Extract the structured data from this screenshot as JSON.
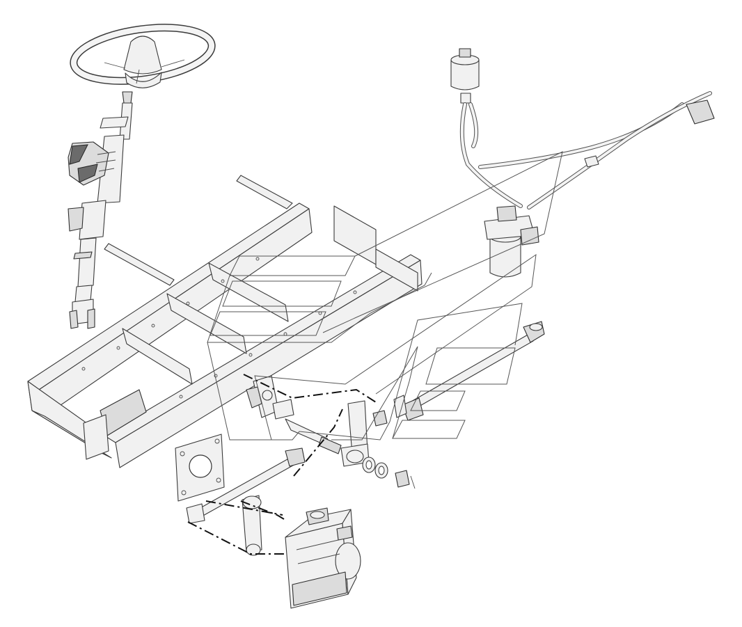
{
  "figure": {
    "background": "#ffffff",
    "line_color": "#3a3a3a",
    "part_fill": "#f1f1f1",
    "parts": [
      "steering-wheel",
      "steering-column",
      "frame",
      "reservoir",
      "hoses",
      "hydraulic-pump",
      "tie-rod",
      "drag-link",
      "pitman-arm",
      "bracket",
      "steering-gear",
      "steering-arm",
      "washers-nut"
    ]
  }
}
